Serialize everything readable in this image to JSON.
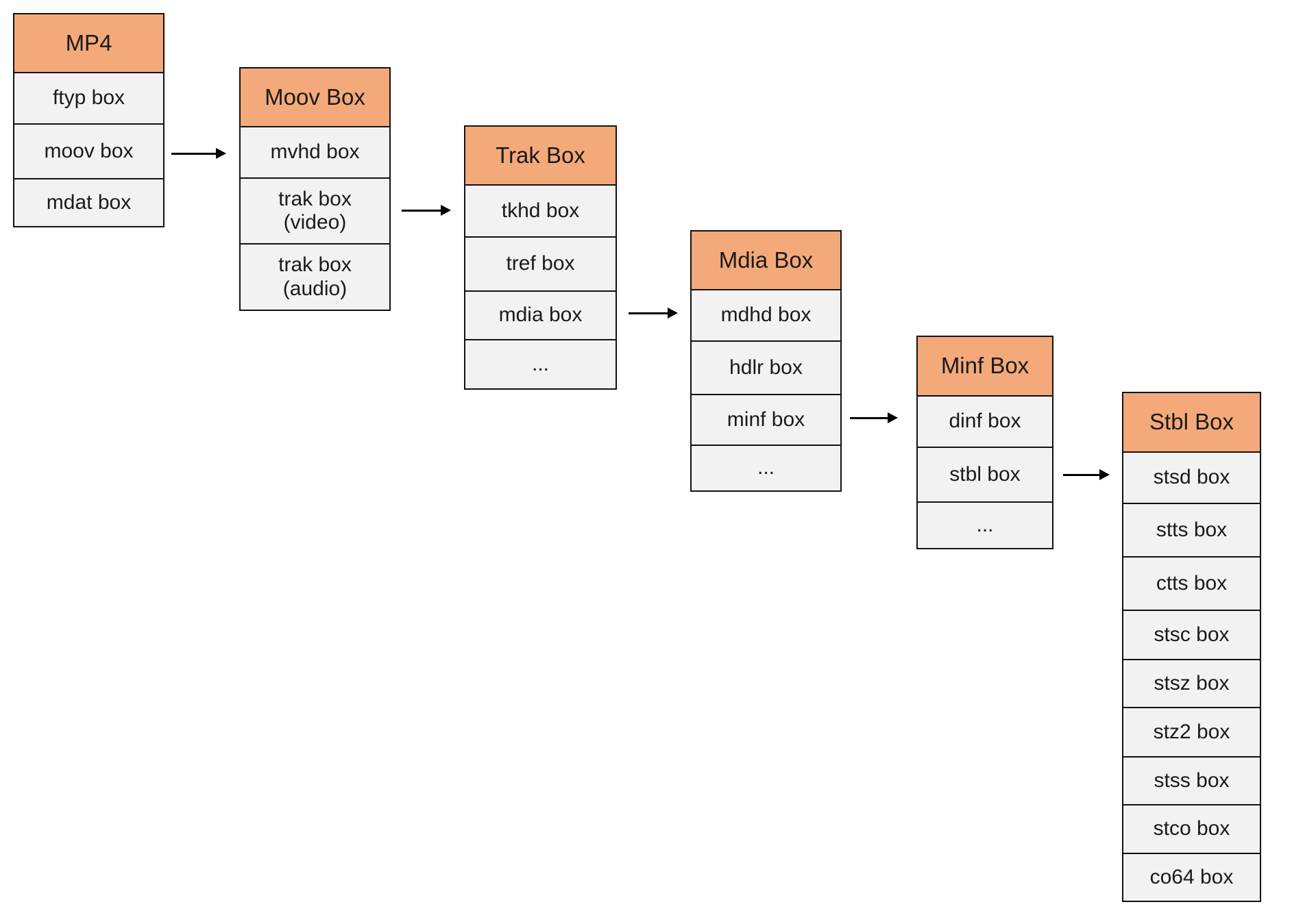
{
  "colors": {
    "header_bg": "#F4A97A",
    "row_bg": "#F2F2F2",
    "border": "#111111",
    "text": "#1A1A1A",
    "arrow": "#000000",
    "page_bg": "#FFFFFF"
  },
  "tables": [
    {
      "id": "mp4",
      "title": "MP4",
      "rows": [
        "ftyp box",
        "moov box",
        "mdat box"
      ]
    },
    {
      "id": "moov",
      "title": "Moov Box",
      "rows": [
        "mvhd box",
        "trak box\n(video)",
        "trak box\n(audio)"
      ]
    },
    {
      "id": "trak",
      "title": "Trak Box",
      "rows": [
        "tkhd box",
        "tref box",
        "mdia box",
        "..."
      ]
    },
    {
      "id": "mdia",
      "title": "Mdia Box",
      "rows": [
        "mdhd box",
        "hdlr box",
        "minf box",
        "..."
      ]
    },
    {
      "id": "minf",
      "title": "Minf Box",
      "rows": [
        "dinf box",
        "stbl box",
        "..."
      ]
    },
    {
      "id": "stbl",
      "title": "Stbl Box",
      "rows": [
        "stsd box",
        "stts box",
        "ctts box",
        "stsc box",
        "stsz box",
        "stz2 box",
        "stss box",
        "stco box",
        "co64 box"
      ]
    }
  ],
  "connections": [
    {
      "from": "moov box",
      "to": "Moov Box"
    },
    {
      "from": "trak box (video)",
      "to": "Trak Box"
    },
    {
      "from": "mdia box",
      "to": "Mdia Box"
    },
    {
      "from": "minf box",
      "to": "Minf Box"
    },
    {
      "from": "stbl box",
      "to": "Stbl Box"
    }
  ]
}
